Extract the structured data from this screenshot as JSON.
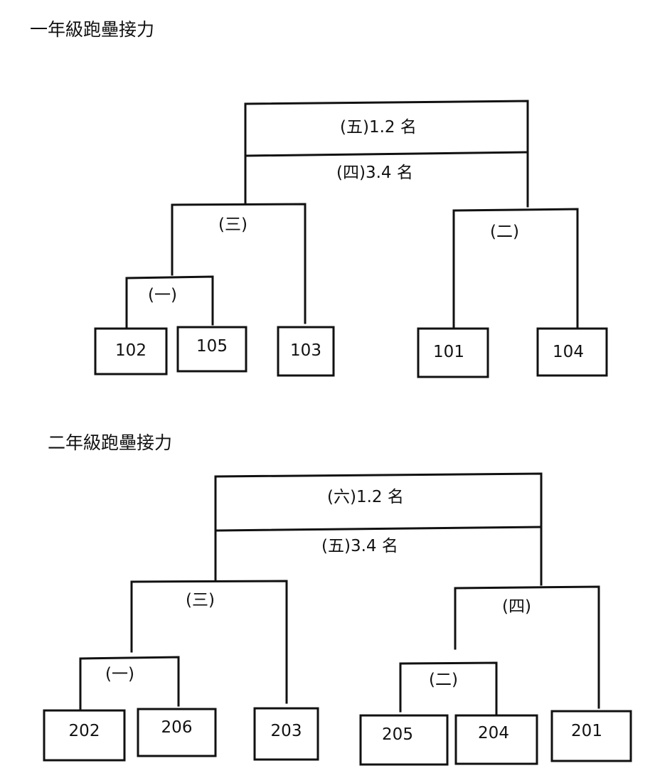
{
  "brackets": [
    {
      "title": "一年級跑壘接力",
      "final_label": "(五)1.2 名",
      "third_place_label": "(四)3.4 名",
      "matches": [
        {
          "id": "m1",
          "label": "(一)"
        },
        {
          "id": "m2",
          "label": "(二)"
        },
        {
          "id": "m3",
          "label": "(三)"
        }
      ],
      "teams": [
        "102",
        "105",
        "103",
        "101",
        "104"
      ]
    },
    {
      "title": "二年級跑壘接力",
      "final_label": "(六)1.2 名",
      "third_place_label": "(五)3.4 名",
      "matches": [
        {
          "id": "m1",
          "label": "(一)"
        },
        {
          "id": "m2",
          "label": "(二)"
        },
        {
          "id": "m3",
          "label": "(三)"
        },
        {
          "id": "m4",
          "label": "(四)"
        }
      ],
      "teams": [
        "202",
        "206",
        "203",
        "205",
        "204",
        "201"
      ]
    }
  ]
}
